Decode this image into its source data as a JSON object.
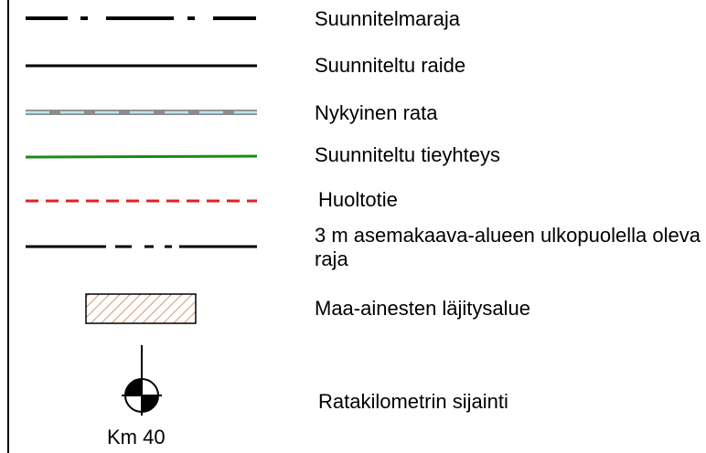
{
  "legend": {
    "items": [
      {
        "symbol": "dash-dot-line",
        "label": "Suunnitelmaraja"
      },
      {
        "symbol": "solid-line",
        "label": "Suunniteltu raide"
      },
      {
        "symbol": "grey-blue-dashed-line",
        "label": "Nykyinen rata"
      },
      {
        "symbol": "green-line",
        "label": "Suunniteltu tieyhteys"
      },
      {
        "symbol": "red-dashed-line",
        "label": "Huoltotie"
      },
      {
        "symbol": "long-short-dash-line",
        "label": "3 m asemakaava-alueen ulkopuolella oleva raja"
      },
      {
        "symbol": "hatched-rectangle",
        "label": "Maa-ainesten läjitysalue"
      },
      {
        "symbol": "km-marker-icon",
        "label": "Ratakilometrin sijainti"
      }
    ],
    "km_marker_label": "Km 40"
  },
  "colors": {
    "black": "#000000",
    "existing_track_grey": "#8c8c8c",
    "existing_track_blue": "#bfe3f2",
    "road_green": "#1a8a1a",
    "maintenance_red": "#e02020",
    "hatch_orange": "#d9966b"
  }
}
